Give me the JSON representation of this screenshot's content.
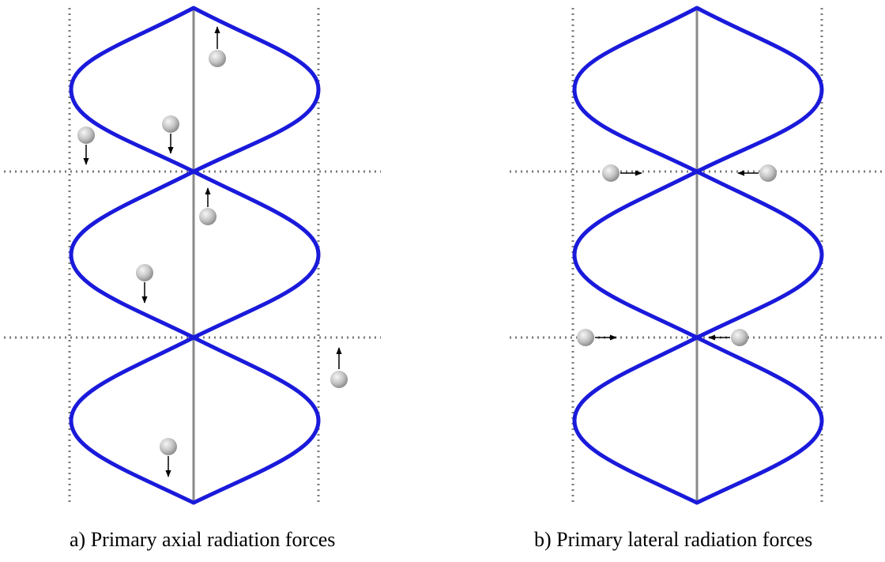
{
  "figure": {
    "colors": {
      "wave": "#1a1adb",
      "axis": "#8a8a8a",
      "grid": "#7a7a7a",
      "arrow": "#000000",
      "particle_light": "#f4f4f4",
      "particle_dark": "#8c8c8c"
    },
    "panels": [
      {
        "id": "a",
        "caption": "a) Primary axial radiation forces",
        "force_direction": "axial",
        "antinodes_per_panel": 3,
        "nodes_shown": 2,
        "particles": [
          {
            "region": "upper lobe, right of axis",
            "arrow": "up"
          },
          {
            "region": "upper lobe, left of axis",
            "arrow": "down"
          },
          {
            "region": "outside left, above node",
            "arrow": "down"
          },
          {
            "region": "middle lobe, right of axis",
            "arrow": "up"
          },
          {
            "region": "middle lobe, left of axis",
            "arrow": "down"
          },
          {
            "region": "outside right, below node",
            "arrow": "up"
          },
          {
            "region": "lower lobe, left of axis",
            "arrow": "down"
          }
        ]
      },
      {
        "id": "b",
        "caption": "b) Primary lateral radiation forces",
        "force_direction": "lateral",
        "antinodes_per_panel": 3,
        "nodes_shown": 2,
        "particles": [
          {
            "region": "upper node, left",
            "arrow": "right"
          },
          {
            "region": "upper node, right",
            "arrow": "left"
          },
          {
            "region": "lower node, left",
            "arrow": "right"
          },
          {
            "region": "lower node, right",
            "arrow": "left"
          }
        ]
      }
    ]
  }
}
